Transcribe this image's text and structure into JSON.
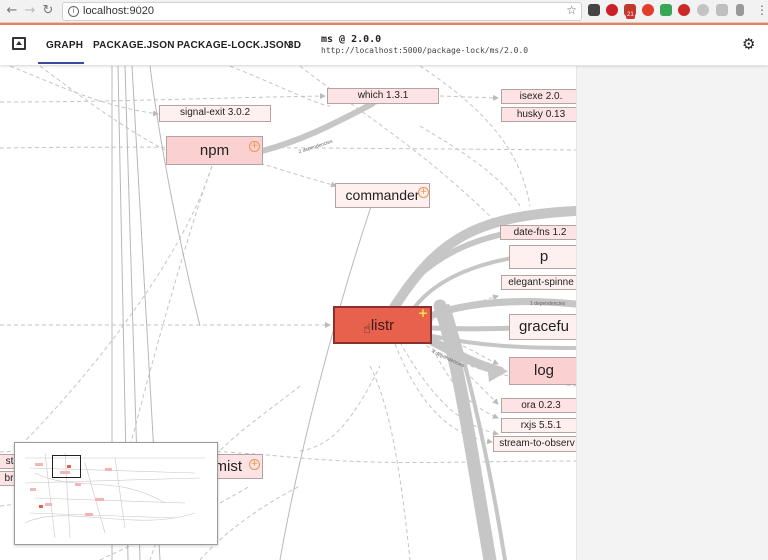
{
  "browser": {
    "url": "localhost:9020",
    "nav_icons": [
      "back-icon",
      "forward-icon",
      "reload-icon"
    ],
    "badge": "21"
  },
  "app": {
    "tabs": [
      "GRAPH",
      "PACKAGE.JSON",
      "PACKAGE-LOCK.JSON",
      "3D"
    ],
    "active_tab": "GRAPH",
    "package_title": "ms @ 2.0.0",
    "package_url": "http://localhost:5000/package-lock/ms/2.0.0",
    "accent_color": "#f07a5e",
    "tab_indicator_color": "#3c4aa0"
  },
  "graph": {
    "nodes": {
      "which": "which 1.3.1",
      "isexe": "isexe 2.0.",
      "husky": "husky 0.13",
      "signal_exit": "signal-exit 3.0.2",
      "npm": "npm",
      "commander": "commander",
      "date_fns": "date-fns 1.2",
      "p": "p",
      "elegant_spinner": "elegant-spinne",
      "listr": "listr",
      "graceful": "gracefu",
      "log": "log",
      "ora": "ora 0.2.3",
      "rxjs": "rxjs 5.5.1",
      "stream_to_observable": "stream-to-observ",
      "mist": "mist",
      "left_sta": "sta",
      "left_bre": "bre"
    },
    "edge_labels": {
      "npm_which": "2 dependencies",
      "listr_elegant": "1 dependencies",
      "listr_log": "4 dependencies"
    },
    "selected_node": "listr",
    "selected_color": "#e8614c"
  },
  "minimap": {
    "label": "graph-overview"
  }
}
